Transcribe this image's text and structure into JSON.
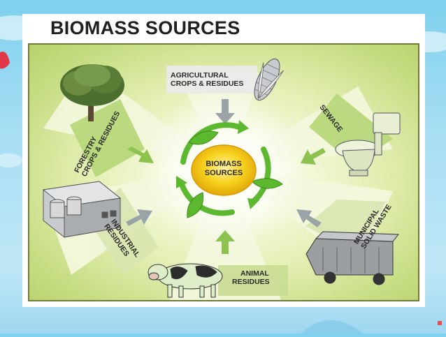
{
  "slide": {
    "title": "BIOMASS SOURCES"
  },
  "center": {
    "line1": "BIOMASS",
    "line2": "SOURCES"
  },
  "sources": {
    "agricultural": {
      "line1": "AGRICULTURAL",
      "line2": "CROPS & RESIDUES",
      "icon": "corn-icon"
    },
    "sewage": {
      "line1": "SEWAGE",
      "icon": "toilet-icon"
    },
    "forestry": {
      "line1": "FORESTRY",
      "line2": "CROPS & RESIDUES",
      "icon": "tree-icon"
    },
    "industrial": {
      "line1": "INDUSTRIAL",
      "line2": "RESIDUES",
      "icon": "factory-icon"
    },
    "animal": {
      "line1": "ANIMAL",
      "line2": "RESIDUES",
      "icon": "cow-icon"
    },
    "municipal": {
      "line1": "MUNICIPAL",
      "line2": "SOLID WASTE",
      "icon": "garbage-truck-icon"
    }
  },
  "colors": {
    "background_sky": "#a7def3",
    "panel_green": "#c7dd84",
    "center_yellow": "#f3c514",
    "leaf_green": "#5cb82e",
    "arrow_grey": "#9aa3a6",
    "arrow_green": "#8cc34f"
  }
}
